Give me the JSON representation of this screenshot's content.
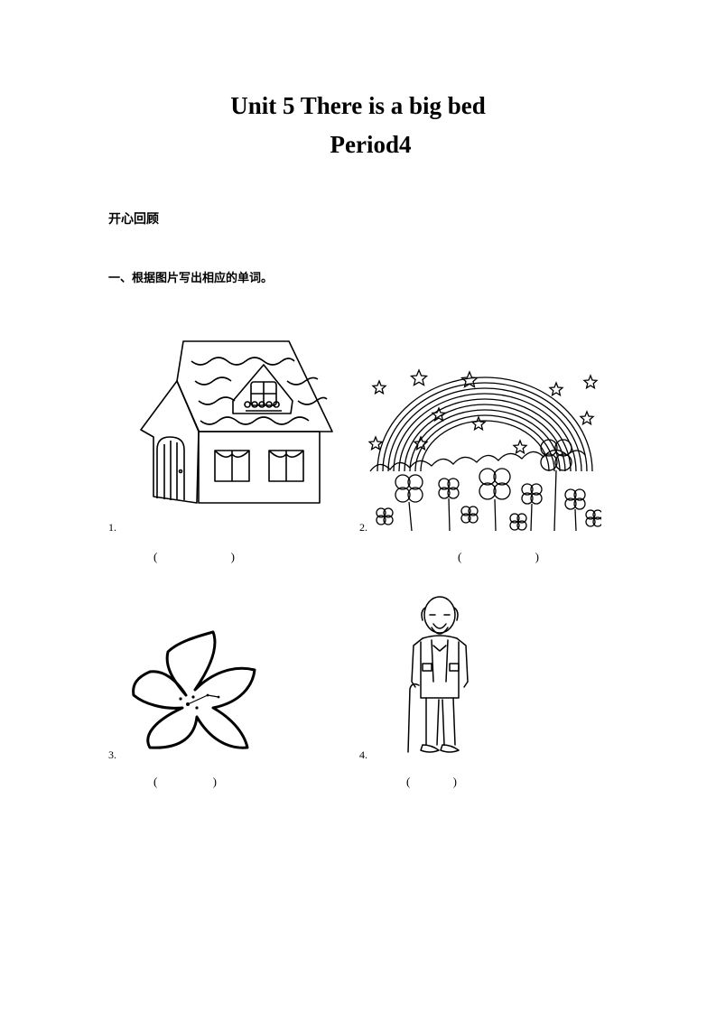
{
  "header": {
    "title": "Unit 5 There is a big bed",
    "period": "Period4"
  },
  "section": {
    "heading": "开心回顾",
    "instruction": "一、根据图片写出相应的单词。"
  },
  "exercises": [
    {
      "number": "1.",
      "picture": "house-icon",
      "paren_open": "(",
      "paren_close": ")",
      "answer": ""
    },
    {
      "number": "2.",
      "picture": "rainbow-icon",
      "paren_open": "(",
      "paren_close": ")",
      "answer": ""
    },
    {
      "number": "3.",
      "picture": "flower-icon",
      "paren_open": "(",
      "paren_close": ")",
      "answer": ""
    },
    {
      "number": "4.",
      "picture": "old-man-icon",
      "paren_open": "(",
      "paren_close": ")",
      "answer": ""
    }
  ]
}
